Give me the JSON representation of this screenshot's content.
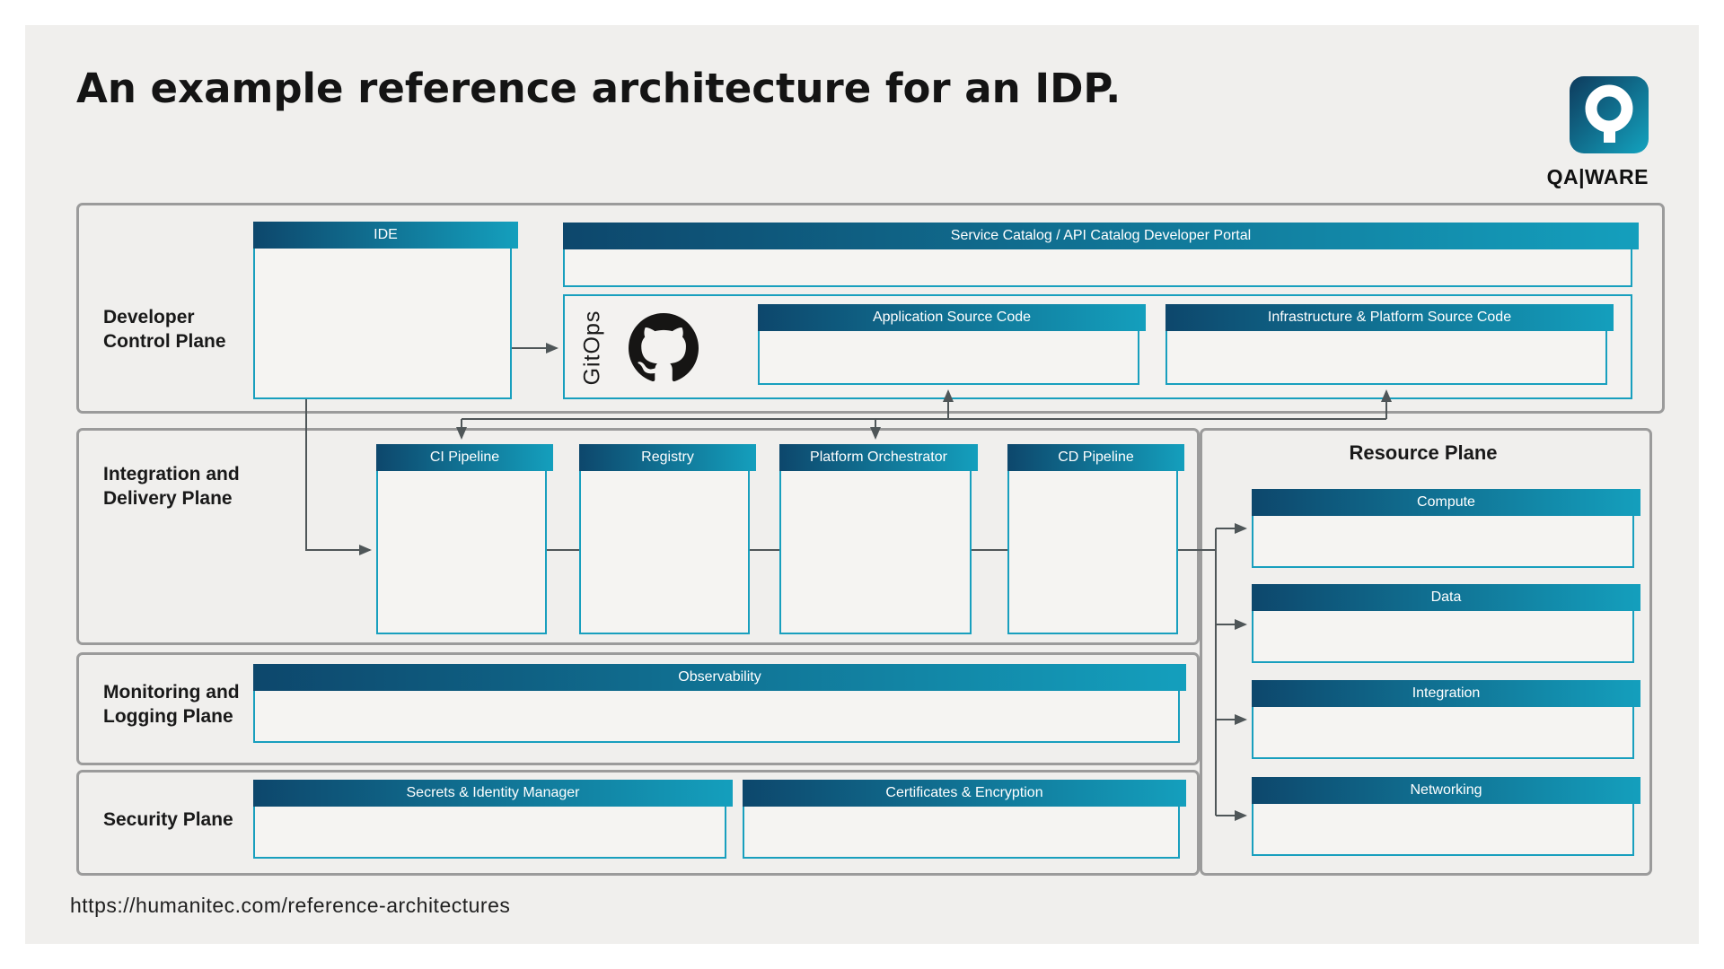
{
  "title": "An example reference architecture for an IDP.",
  "source_url": "https://humanitec.com/reference-architectures",
  "logo": {
    "brand": "QA|WARE",
    "icon": "qaware-q-icon"
  },
  "colors": {
    "header_gradient_start": "#0d476c",
    "header_gradient_end": "#149fbd",
    "box_border": "#189fbe",
    "box_fill": "#f5f4f2",
    "plane_border": "#9b9b9b",
    "connector_line": "#4f5658",
    "canvas": "#f0efed",
    "page": "#ffffff",
    "text": "#191919"
  },
  "planes": {
    "developer_control": {
      "label": "Developer\nControl Plane",
      "boxes": {
        "ide": "IDE",
        "service_catalog": "Service Catalog / API Catalog Developer Portal",
        "gitops": "GitOps",
        "app_source": "Application Source Code",
        "infra_source": "Infrastructure & Platform Source Code"
      },
      "icons": {
        "gitops_vcs": "github-icon"
      }
    },
    "integration_delivery": {
      "label": "Integration and\nDelivery Plane",
      "boxes": {
        "ci_pipeline": "CI Pipeline",
        "registry": "Registry",
        "platform_orchestrator": "Platform Orchestrator",
        "cd_pipeline": "CD Pipeline"
      }
    },
    "monitoring_logging": {
      "label": "Monitoring and\nLogging Plane",
      "boxes": {
        "observability": "Observability"
      }
    },
    "security": {
      "label": "Security Plane",
      "boxes": {
        "secrets": "Secrets & Identity Manager",
        "certificates": "Certificates & Encryption"
      }
    },
    "resource": {
      "title": "Resource Plane",
      "boxes": {
        "compute": "Compute",
        "data": "Data",
        "integration": "Integration",
        "networking": "Networking"
      }
    }
  }
}
